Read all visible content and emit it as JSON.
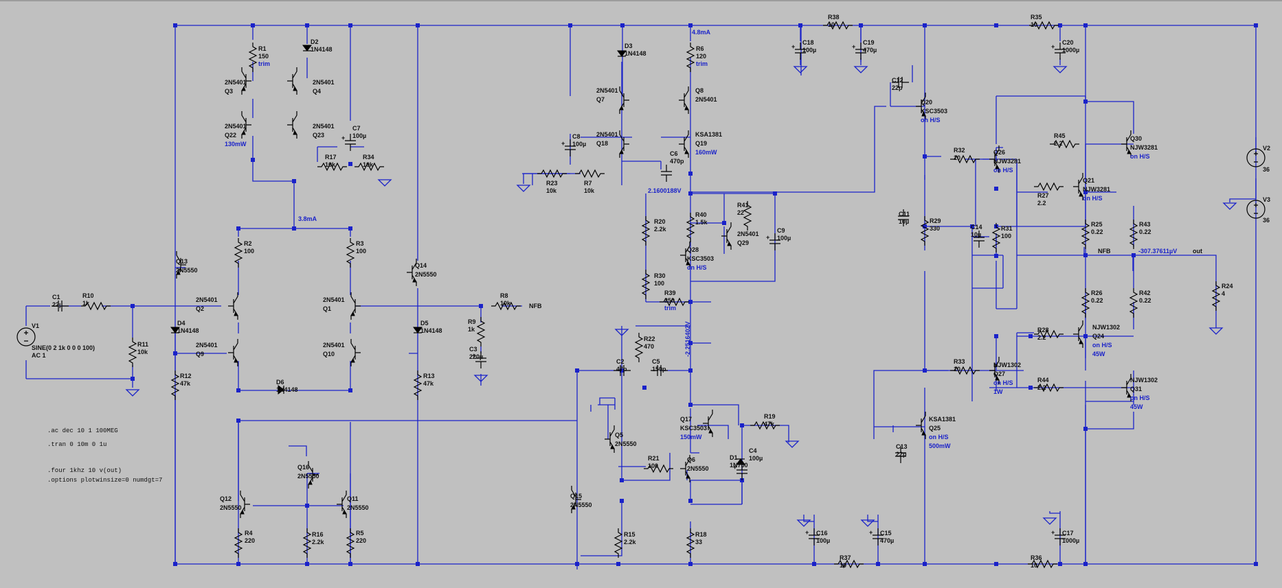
{
  "window": {
    "bg": "#c0c0c0",
    "wire": "#1a22c9"
  },
  "directives": [
    ".ac dec 10 1 100MEG",
    ".tran 0 10m 0 1u",
    ".four 1khz 10 v(out)",
    ".options plotwinsize=0 numdgt=7"
  ],
  "nets": {
    "nfb_a": "NFB",
    "nfb_b": "NFB",
    "out": "out"
  },
  "annotations": {
    "i_top_vas": "4.8mA",
    "i_ltp": "3.8mA",
    "v_bias_top": "2.1600188V",
    "v_bias_bot": "-2.2516402V",
    "v_out": "-307.37611µV"
  },
  "sources": {
    "v1": {
      "name": "V1",
      "value": "SINE(0 2 1k 0 0 0 100)",
      "ac": "AC 1"
    },
    "v2": {
      "name": "V2",
      "value": "36"
    },
    "v3": {
      "name": "V3",
      "value": "36"
    }
  },
  "resistors": [
    {
      "id": "r1",
      "name": "R1",
      "value": "150",
      "note": "trim"
    },
    {
      "id": "r2",
      "name": "R2",
      "value": "100"
    },
    {
      "id": "r3",
      "name": "R3",
      "value": "100"
    },
    {
      "id": "r4",
      "name": "R4",
      "value": "220"
    },
    {
      "id": "r5",
      "name": "R5",
      "value": "220"
    },
    {
      "id": "r6",
      "name": "R6",
      "value": "120",
      "note": "trim"
    },
    {
      "id": "r7",
      "name": "R7",
      "value": "10k"
    },
    {
      "id": "r8",
      "name": "R8",
      "value": "10k"
    },
    {
      "id": "r9",
      "name": "R9",
      "value": "1k"
    },
    {
      "id": "r10",
      "name": "R10",
      "value": "1k"
    },
    {
      "id": "r11",
      "name": "R11",
      "value": "10k"
    },
    {
      "id": "r12",
      "name": "R12",
      "value": "47k"
    },
    {
      "id": "r13",
      "name": "R13",
      "value": "47k"
    },
    {
      "id": "r15",
      "name": "R15",
      "value": "2.2k"
    },
    {
      "id": "r16",
      "name": "R16",
      "value": "2.2k"
    },
    {
      "id": "r17",
      "name": "R17",
      "value": "10k"
    },
    {
      "id": "r18",
      "name": "R18",
      "value": "33"
    },
    {
      "id": "r19",
      "name": "R19",
      "value": "47k"
    },
    {
      "id": "r20",
      "name": "R20",
      "value": "2.2k"
    },
    {
      "id": "r21",
      "name": "R21",
      "value": "100"
    },
    {
      "id": "r22",
      "name": "R22",
      "value": "470"
    },
    {
      "id": "r23",
      "name": "R23",
      "value": "10k"
    },
    {
      "id": "r24",
      "name": "R24",
      "value": "4"
    },
    {
      "id": "r25",
      "name": "R25",
      "value": "0.22"
    },
    {
      "id": "r26",
      "name": "R26",
      "value": "0.22"
    },
    {
      "id": "r27",
      "name": "R27",
      "value": "2.2"
    },
    {
      "id": "r28",
      "name": "R28",
      "value": "2.2"
    },
    {
      "id": "r29",
      "name": "R29",
      "value": "330"
    },
    {
      "id": "r30",
      "name": "R30",
      "value": "100"
    },
    {
      "id": "r31",
      "name": "R31",
      "value": "100"
    },
    {
      "id": "r32",
      "name": "R32",
      "value": "10"
    },
    {
      "id": "r33",
      "name": "R33",
      "value": "10"
    },
    {
      "id": "r34",
      "name": "R34",
      "value": "10k"
    },
    {
      "id": "r35",
      "name": "R35",
      "value": "10"
    },
    {
      "id": "r36",
      "name": "R36",
      "value": "10"
    },
    {
      "id": "r37",
      "name": "R37",
      "value": "10"
    },
    {
      "id": "r38",
      "name": "R38",
      "value": "10"
    },
    {
      "id": "r39",
      "name": "R39",
      "value": "250",
      "note": "trim"
    },
    {
      "id": "r40",
      "name": "R40",
      "value": "1.5k"
    },
    {
      "id": "r41",
      "name": "R41",
      "value": "22"
    },
    {
      "id": "r42",
      "name": "R42",
      "value": "0.22"
    },
    {
      "id": "r43",
      "name": "R43",
      "value": "0.22"
    },
    {
      "id": "r44",
      "name": "R44",
      "value": "2.2"
    },
    {
      "id": "r45",
      "name": "R45",
      "value": "2.2"
    }
  ],
  "capacitors": [
    {
      "id": "c1",
      "name": "C1",
      "value": "22µ"
    },
    {
      "id": "c2",
      "name": "C2",
      "value": "47p"
    },
    {
      "id": "c3",
      "name": "C3",
      "value": "220µ"
    },
    {
      "id": "c4",
      "name": "C4",
      "value": "100µ"
    },
    {
      "id": "c5",
      "name": "C5",
      "value": "150p"
    },
    {
      "id": "c6",
      "name": "C6",
      "value": "470p"
    },
    {
      "id": "c7",
      "name": "C7",
      "value": "100µ"
    },
    {
      "id": "c8",
      "name": "C8",
      "value": "100µ"
    },
    {
      "id": "c9",
      "name": "C9",
      "value": "100µ"
    },
    {
      "id": "c11",
      "name": "C11",
      "value": "10µ"
    },
    {
      "id": "c12",
      "name": "C12",
      "value": "22p"
    },
    {
      "id": "c13",
      "name": "C13",
      "value": "22p"
    },
    {
      "id": "c14",
      "name": "C14",
      "value": "10µ"
    },
    {
      "id": "c15",
      "name": "C15",
      "value": "470µ"
    },
    {
      "id": "c16",
      "name": "C16",
      "value": "100µ"
    },
    {
      "id": "c17",
      "name": "C17",
      "value": "1000µ"
    },
    {
      "id": "c18",
      "name": "C18",
      "value": "100µ"
    },
    {
      "id": "c19",
      "name": "C19",
      "value": "470µ"
    },
    {
      "id": "c20",
      "name": "C20",
      "value": "1000µ"
    }
  ],
  "diodes": [
    {
      "id": "d1",
      "name": "D1",
      "value": "1N750"
    },
    {
      "id": "d2",
      "name": "D2",
      "value": "1N4148"
    },
    {
      "id": "d3",
      "name": "D3",
      "value": "1N4148"
    },
    {
      "id": "d4",
      "name": "D4",
      "value": "1N4148"
    },
    {
      "id": "d5",
      "name": "D5",
      "value": "1N4148"
    },
    {
      "id": "d6",
      "name": "D6",
      "value": "1N4148"
    }
  ],
  "transistors": [
    {
      "id": "q1",
      "name": "Q1",
      "model": "2N5401"
    },
    {
      "id": "q2",
      "name": "Q2",
      "model": "2N5401"
    },
    {
      "id": "q3",
      "name": "Q3",
      "model": "2N5401"
    },
    {
      "id": "q4",
      "name": "Q4",
      "model": "2N5401"
    },
    {
      "id": "q5",
      "name": "Q5",
      "model": "2N5550"
    },
    {
      "id": "q6",
      "name": "Q6",
      "model": "2N5550"
    },
    {
      "id": "q7",
      "name": "Q7",
      "model": "2N5401"
    },
    {
      "id": "q8",
      "name": "Q8",
      "model": "2N5401"
    },
    {
      "id": "q9",
      "name": "Q9",
      "model": "2N5401"
    },
    {
      "id": "q10",
      "name": "Q10",
      "model": "2N5401"
    },
    {
      "id": "q11",
      "name": "Q11",
      "model": "2N5550"
    },
    {
      "id": "q12",
      "name": "Q12",
      "model": "2N5550"
    },
    {
      "id": "q13",
      "name": "Q13",
      "model": "2N5550"
    },
    {
      "id": "q14",
      "name": "Q14",
      "model": "2N5550"
    },
    {
      "id": "q15",
      "name": "Q15",
      "model": "2N5550"
    },
    {
      "id": "q16",
      "name": "Q16",
      "model": "2N5550"
    },
    {
      "id": "q17",
      "name": "Q17",
      "model": "KSC3503",
      "note": "150mW"
    },
    {
      "id": "q18",
      "name": "Q18",
      "model": "2N5401"
    },
    {
      "id": "q19",
      "name": "Q19",
      "model": "KSA1381",
      "note": "160mW"
    },
    {
      "id": "q20",
      "name": "Q20",
      "model": "KSC3503",
      "note": "on H/S"
    },
    {
      "id": "q21",
      "name": "Q21",
      "model": "NJW3281",
      "note": "on H/S"
    },
    {
      "id": "q22",
      "name": "Q22",
      "model": "2N5401",
      "note": "130mW"
    },
    {
      "id": "q23",
      "name": "Q23",
      "model": "2N5401"
    },
    {
      "id": "q24",
      "name": "Q24",
      "model": "NJW1302",
      "note": "on H/S",
      "note2": "45W"
    },
    {
      "id": "q25",
      "name": "Q25",
      "model": "KSA1381",
      "note": "on H/S",
      "note2": "500mW"
    },
    {
      "id": "q26",
      "name": "Q26",
      "model": "NJW3281",
      "note": "on H/S"
    },
    {
      "id": "q27",
      "name": "Q27",
      "model": "NJW1302",
      "note": "on H/S",
      "note2": "1W"
    },
    {
      "id": "q28",
      "name": "Q28",
      "model": "KSC3503",
      "note": "on H/S"
    },
    {
      "id": "q29",
      "name": "Q29",
      "model": "2N5401"
    },
    {
      "id": "q30",
      "name": "Q30",
      "model": "NJW3281",
      "note": "on H/S"
    },
    {
      "id": "q31",
      "name": "Q31",
      "model": "NJW1302",
      "note": "on H/S",
      "note2": "45W"
    }
  ]
}
